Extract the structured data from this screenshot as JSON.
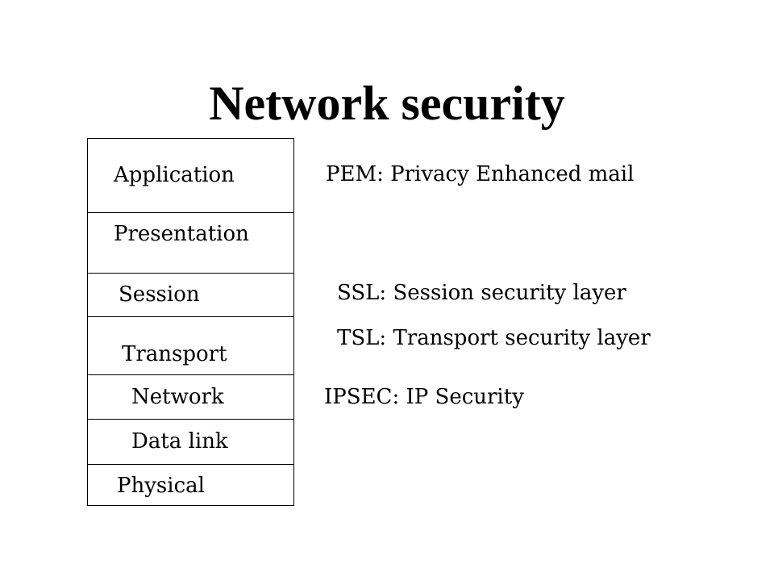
{
  "title": "Network security",
  "layers": [
    {
      "name": "Application"
    },
    {
      "name": "Presentation"
    },
    {
      "name": "Session"
    },
    {
      "name": "Transport"
    },
    {
      "name": "Network"
    },
    {
      "name": "Data link"
    },
    {
      "name": "Physical"
    }
  ],
  "protocols": {
    "pem": "PEM: Privacy Enhanced mail",
    "ssl": "SSL: Session security layer",
    "tsl": "TSL: Transport security layer",
    "ipsec": "IPSEC: IP Security"
  }
}
